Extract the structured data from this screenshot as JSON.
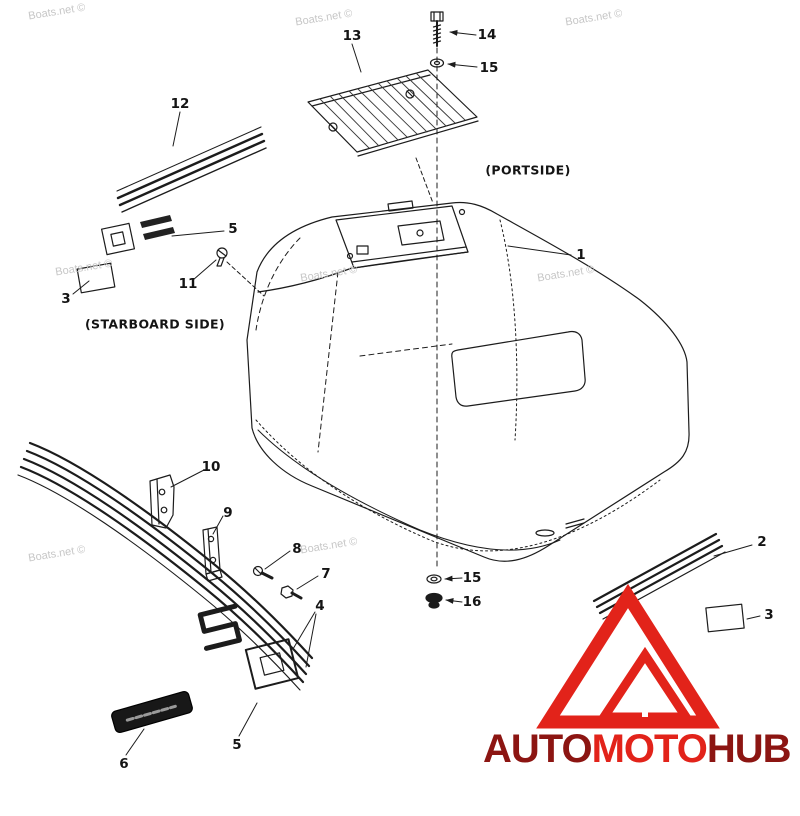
{
  "watermark": {
    "text": "Boats.net ©"
  },
  "diagram": {
    "side_labels": {
      "portside": "(PORTSIDE)",
      "starboard": "(STARBOARD SIDE)"
    },
    "callouts": {
      "c1": "1",
      "c2": "2",
      "c3a": "3",
      "c3b": "3",
      "c4": "4",
      "c5a": "5",
      "c5b": "5",
      "c6": "6",
      "c7": "7",
      "c8": "8",
      "c9": "9",
      "c10": "10",
      "c11": "11",
      "c12": "12",
      "c13": "13",
      "c14": "14",
      "c15a": "15",
      "c15b": "15",
      "c16": "16"
    }
  },
  "brand": {
    "segments": {
      "auto": "AUTO",
      "moto": "MOTO",
      "hub": "HUB"
    },
    "colors": {
      "bright_red": "#e2231a",
      "dark_red": "#8c1512"
    }
  }
}
